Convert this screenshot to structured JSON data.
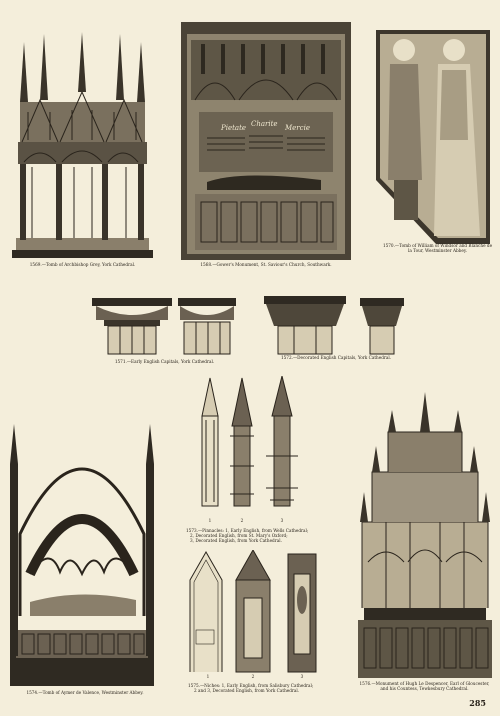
{
  "captions": {
    "archbishop_grey": "1569.—Tomb of Archbishop Grey, York Cathedral.",
    "gower": "1568.—Gower's Monument, St. Saviour's Church, Southwark.",
    "windsor_line1": "1570.—Tomb of William of Windsor and Blanche de",
    "windsor_line2": "la Tour, Westminster Abbey.",
    "early_caps": "1571.—Early English Capitals, York Cathedral.",
    "decorated_caps": "1572.—Decorated English Capitals, York Cathedral.",
    "pinnacles_line1": "1573.—Pinnacles: 1, Early English, from Wells Cathedral;",
    "pinnacles_line2": "2, Decorated English, from St. Mary's Oxford;",
    "pinnacles_line3": "3, Decorated English, from York Cathedral.",
    "aymer": "1574.—Tomb of Aymer de Valence, Westminster Abbey.",
    "niches_line1": "1575.—Niches: 1, Early English, from Salisbury Cathedral;",
    "niches_line2": "2 and 3, Decorated English, from York Cathedral.",
    "despencer_line1": "1576.—Monument of Hugh Le Despencer, Earl of Gloucester,",
    "despencer_line2": "and his Countess, Tewkesbury Cathedral."
  },
  "figure_numbers": {
    "pinnacle_1": "1",
    "pinnacle_2": "2",
    "pinnacle_3": "3",
    "niche_1": "1",
    "niche_2": "2",
    "niche_3": "3"
  },
  "panel_inscription": [
    "Pietate",
    "Charite",
    "Mercie"
  ],
  "page_number": "285"
}
